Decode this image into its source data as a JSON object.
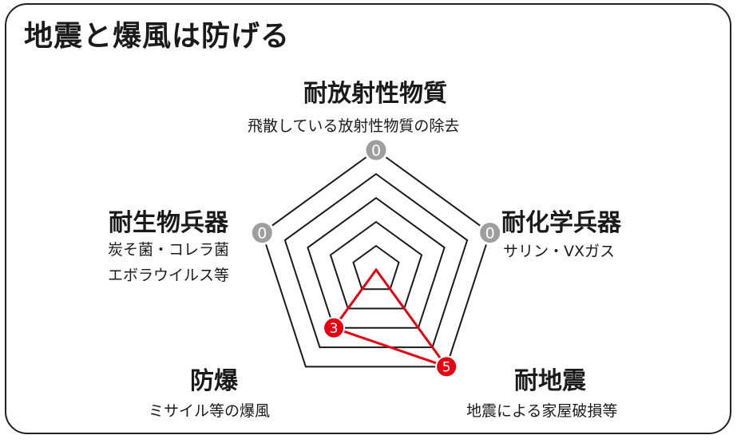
{
  "title": "地震と爆風は防げる",
  "colors": {
    "series": "#e60012",
    "grid": "#1a1a1a",
    "zero_marker": "#9e9e9e"
  },
  "chart_data": {
    "type": "radar",
    "title": "地震と爆風は防げる",
    "rmax": 5,
    "grid_levels": [
      1,
      2,
      3,
      4,
      5
    ],
    "axes": [
      {
        "name": "耐放射性物質",
        "desc": [
          "飛散している放射性物質の除去"
        ],
        "value": 0
      },
      {
        "name": "耐化学兵器",
        "desc": [
          "サリン・VXガス"
        ],
        "value": 0
      },
      {
        "name": "耐地震",
        "desc": [
          "地震による家屋破損等"
        ],
        "value": 5
      },
      {
        "name": "防爆",
        "desc": [
          "ミサイル等の爆風"
        ],
        "value": 3
      },
      {
        "name": "耐生物兵器",
        "desc": [
          "炭そ菌・コレラ菌",
          "エボラウイルス等"
        ],
        "value": 0
      }
    ]
  }
}
